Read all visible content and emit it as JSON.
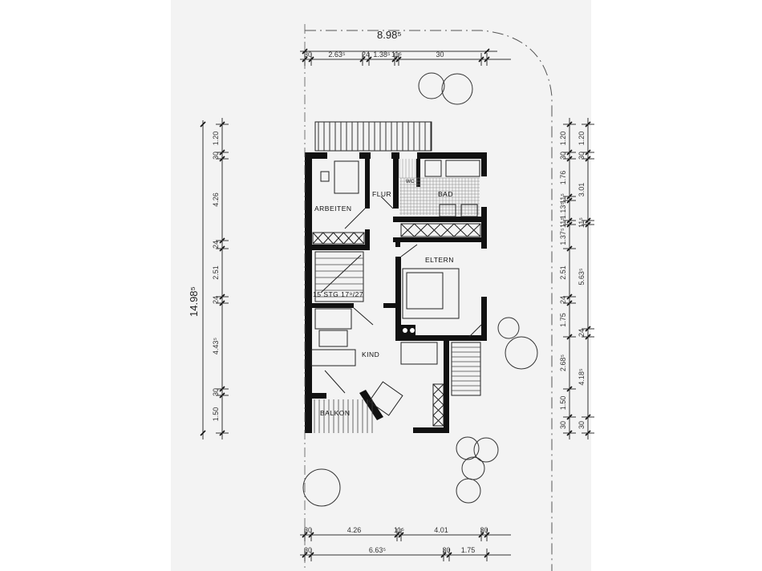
{
  "plan": {
    "rooms": {
      "arbeiten": "ARBEITEN",
      "flur": "FLUR",
      "wc": "WC",
      "bad": "BAD",
      "eltern": "ELTERN",
      "stair": "15 STG 17⁹/27",
      "kind": "KIND",
      "balkon": "BALKON"
    },
    "dimensions": {
      "top_overall": "8.98⁵",
      "top_chain": [
        "30",
        "2.63⁵",
        "24",
        "1.38⁵",
        "11⁵",
        "30"
      ],
      "left_overall": "14.98⁵",
      "left_chain": [
        "1.20",
        "30",
        "4.26",
        "24",
        "2.51",
        "24",
        "4.43⁵",
        "30",
        "1.50"
      ],
      "right_chain_inner": [
        "1.20",
        "30",
        "1.76",
        "11⁵",
        "1.13⁵",
        "11⁵",
        "1.37⁵",
        "2.51",
        "24",
        "1.75",
        "2.68⁵",
        "1.50",
        "30"
      ],
      "right_chain_outer": [
        "1.20",
        "30",
        "3.01",
        "11⁵",
        "5.63⁵",
        "24",
        "4.18⁵",
        "30"
      ],
      "bottom_chain_1": [
        "30",
        "4.26",
        "11⁵",
        "4.01",
        "30"
      ],
      "bottom_chain_2": [
        "30",
        "6.63⁵",
        "30",
        "1.75"
      ]
    }
  }
}
